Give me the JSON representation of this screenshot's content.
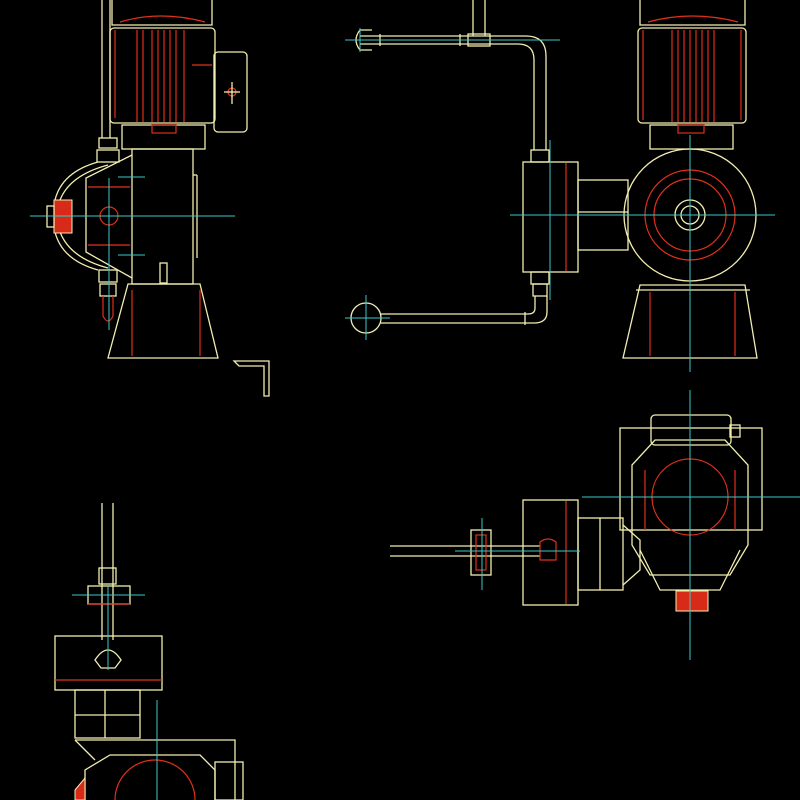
{
  "drawing": {
    "background": "#000000",
    "colors": {
      "outline": "#f2eeb0",
      "detail": "#e0301c",
      "centerline": "#3cc8c8"
    },
    "views": [
      "side-view",
      "front-view",
      "top-view",
      "bottom-partial-view"
    ]
  }
}
